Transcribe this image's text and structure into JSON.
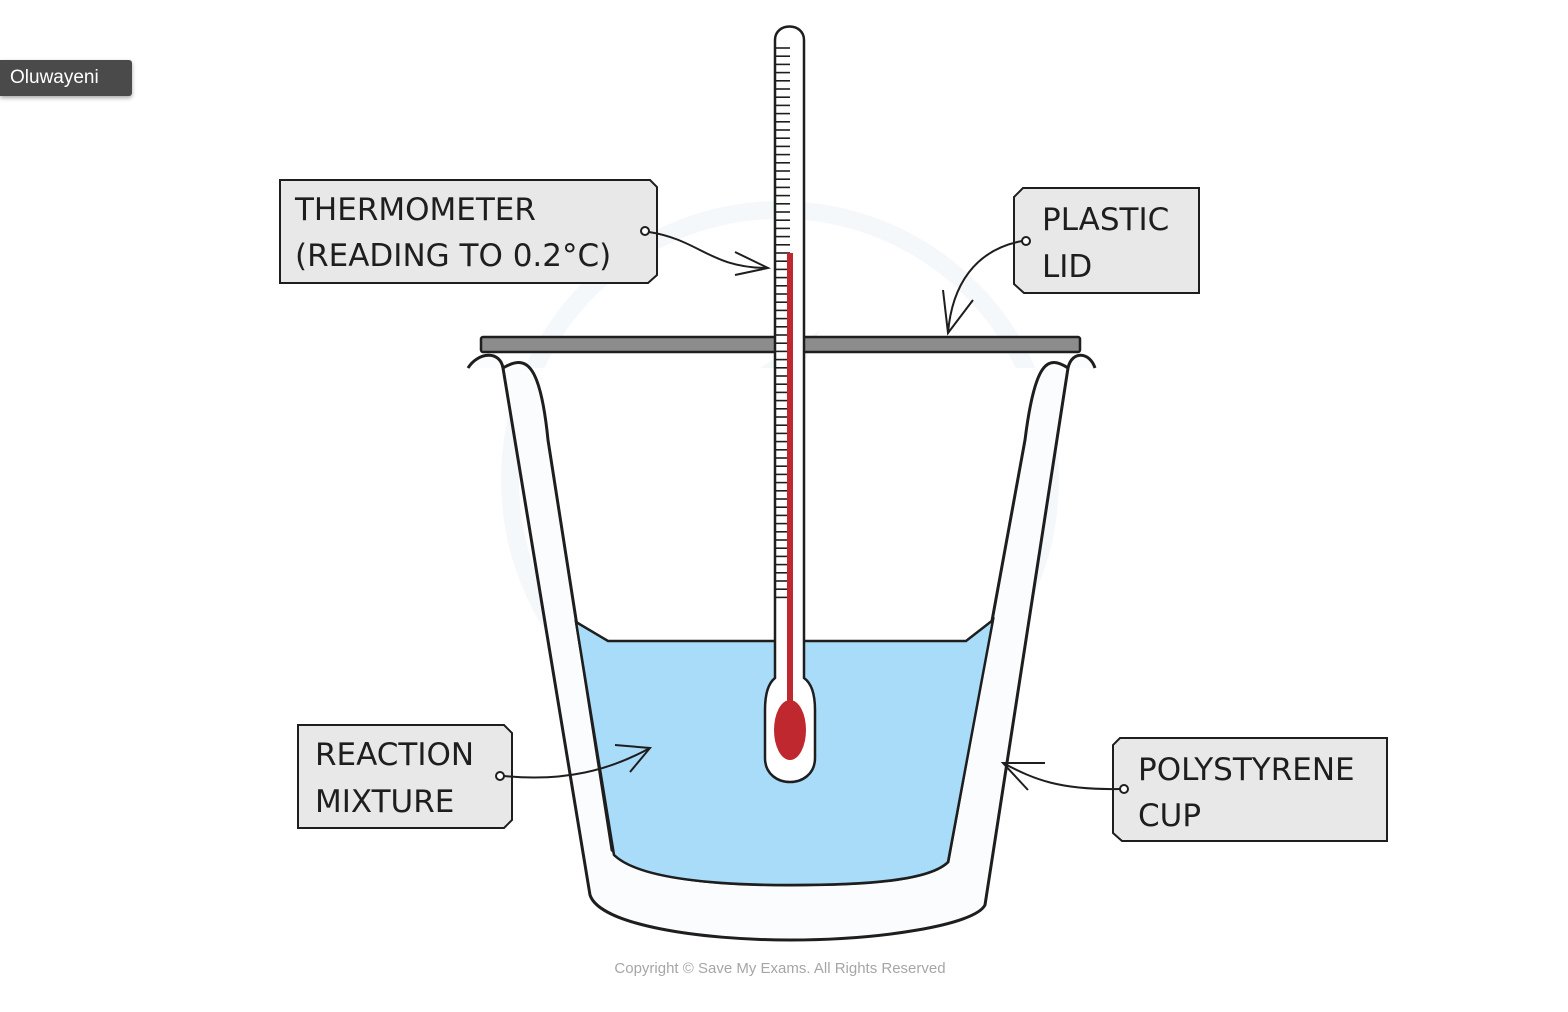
{
  "user_tag": "Oluwayeni",
  "labels": {
    "thermometer": [
      "THERMOMETER",
      "(READING  TO  0.2°C)"
    ],
    "plastic_lid": [
      "PLASTIC",
      "LID"
    ],
    "reaction_mixture": [
      "REACTION",
      "MIXTURE"
    ],
    "polystyrene_cup": [
      "POLYSTYRENE",
      "CUP"
    ]
  },
  "copyright": "Copyright © Save My Exams. All Rights Reserved",
  "colors": {
    "liquid": "#a8dcf8",
    "thermometer_fluid": "#c0282f",
    "lid": "#8c8c8c",
    "label_box": "#e8e8e8",
    "outline": "#1e1e1e"
  }
}
